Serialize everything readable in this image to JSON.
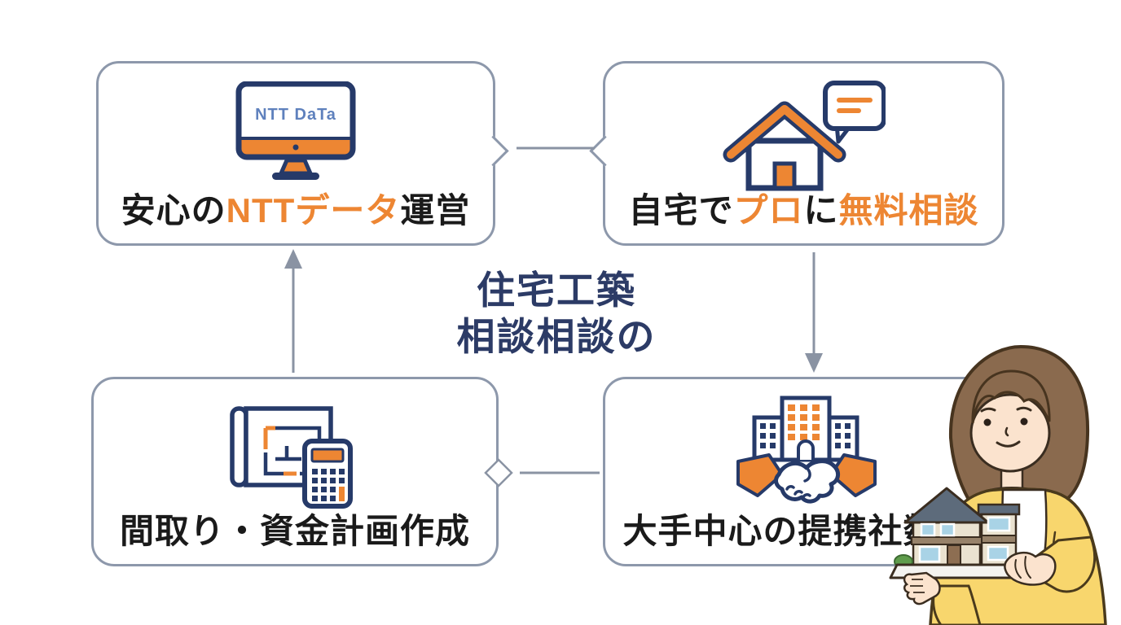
{
  "colors": {
    "orange": "#ED8633",
    "navy": "#263A69",
    "title_navy": "#2C3B66",
    "border": "#8D98AB",
    "arrow": "#8A93A3",
    "logo_blue": "#5F81BD",
    "black": "#1A1A1A",
    "hair": "#8A6A4E",
    "hair_outline": "#47341F",
    "skin": "#FBE3CE",
    "outline": "#3A2D20",
    "cardigan": "#F8D66D",
    "cardigan_outline": "#4A3A1C",
    "shirt": "#FFFFFF",
    "roof": "#5D6B7B",
    "wall": "#EAE2D0",
    "band": "#97826A",
    "window": "#A9D3E6",
    "door_brown": "#8D6E52",
    "bush": "#5F9C4C",
    "tray": "#F4F3F0"
  },
  "center_title": {
    "line1": "住宅工築",
    "line2": "相談相談の"
  },
  "cards": {
    "top_left": {
      "icon": "ntt-data-monitor-icon",
      "monitor_logo": "NTT DaTa",
      "label_segments": [
        {
          "text": "安心の",
          "color": "black"
        },
        {
          "text": "NTTデータ",
          "color": "orange"
        },
        {
          "text": "運営",
          "color": "black"
        }
      ]
    },
    "top_right": {
      "icon": "home-chat-icon",
      "label_segments": [
        {
          "text": "自宅で",
          "color": "black"
        },
        {
          "text": "プロ",
          "color": "orange"
        },
        {
          "text": "に",
          "color": "black"
        },
        {
          "text": "無料相談",
          "color": "orange"
        }
      ]
    },
    "bottom_left": {
      "icon": "floorplan-calculator-icon",
      "label_segments": [
        {
          "text": "間取り・資金計画作成",
          "color": "black"
        }
      ]
    },
    "bottom_right": {
      "icon": "company-handshake-icon",
      "label_segments": [
        {
          "text": "大手中心の提携社数",
          "color": "black"
        }
      ]
    }
  },
  "illustration": {
    "name": "woman-holding-house-model"
  }
}
